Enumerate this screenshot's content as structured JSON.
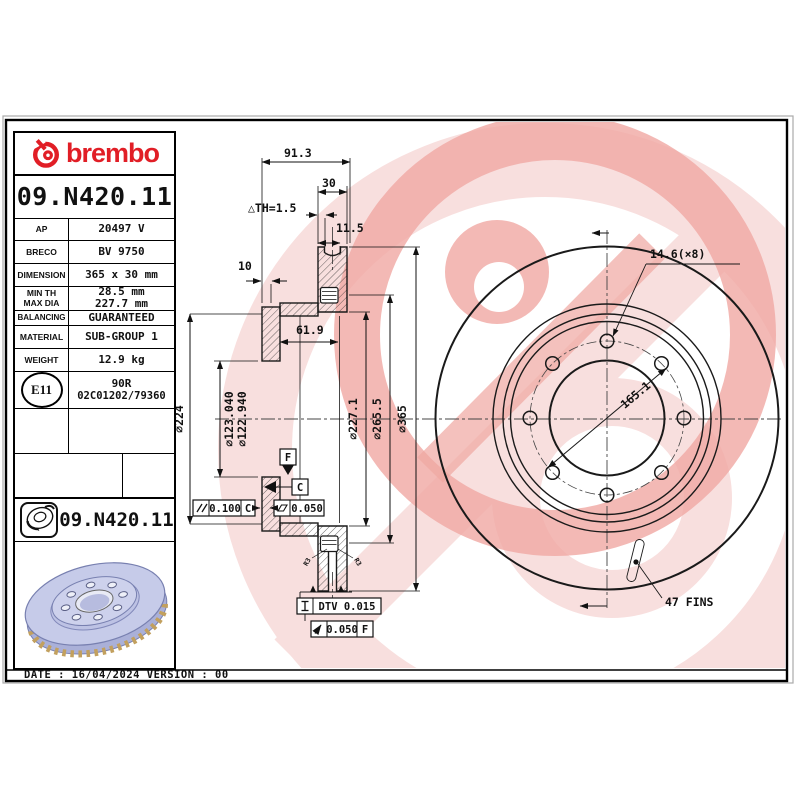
{
  "header": {
    "brand": "brembo",
    "part_number": "09.N420.11"
  },
  "title_block": {
    "rows": [
      {
        "label": "AP",
        "value": "20497 V"
      },
      {
        "label": "BRECO",
        "value": "BV 9750"
      },
      {
        "label": "DIMENSION",
        "value": "365 x 30 mm"
      },
      {
        "label": "MIN TH",
        "label2": "MAX DIA",
        "value": "28.5 mm",
        "value2": "227.7 mm"
      },
      {
        "label": "BALANCING",
        "value": "GUARANTEED"
      },
      {
        "label": "MATERIAL",
        "value": "SUB-GROUP 1"
      },
      {
        "label": "WEIGHT",
        "value": "12.9 kg"
      }
    ],
    "homologation": {
      "mark": "E11",
      "line1": "90R",
      "line2": "02C01202/79360"
    },
    "footer_part_number": "09.N420.11"
  },
  "footer": {
    "date_version": "DATE : 16/04/2024 VERSION : 00"
  },
  "section_view": {
    "overall_width": "91.3",
    "band_width": "30",
    "min_th": "△TH=1.5",
    "pad_depth": "11.5",
    "offset_10": "10",
    "hat_depth": "61.9",
    "d_hat": "∅224",
    "d_bore_max": "∅123.040",
    "d_bore_min": "∅122.940",
    "d_band_inner": "∅227.1",
    "d_vent": "∅265.5",
    "d_outer": "∅365",
    "fillet_left": "R3",
    "fillet_right": "R3",
    "datum_f": "F",
    "datum_c": "C",
    "parallelism": {
      "value": "0.100",
      "ref": "C"
    },
    "flatness": {
      "value": "0.050"
    },
    "dtv": {
      "value": "DTV 0.015"
    },
    "runout": {
      "value": "0.050",
      "ref": "F"
    }
  },
  "front_view": {
    "bolt_holes": "14.6(×8)",
    "bolt_circle": "165.1",
    "fins": "47 FINS"
  },
  "colors": {
    "brand_red": "#e11e26",
    "watermark_strong": "#f0a8a2",
    "watermark_light": "#f8dfde",
    "disc_body": "#c6cbe9",
    "disc_hat": "#cdd1ec",
    "disc_side": "#aab0d8",
    "disc_vents": "#c2a05e",
    "line_black": "#1a1a1a"
  }
}
